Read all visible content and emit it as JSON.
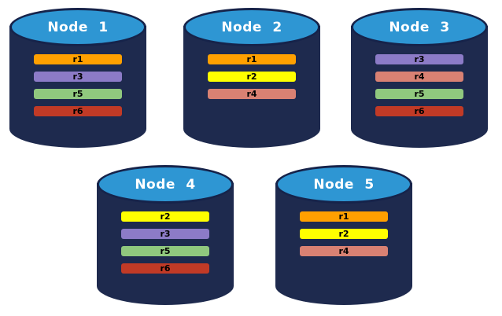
{
  "colors": {
    "cylinder_body": "#1E2A4E",
    "cylinder_top": "#2E96D3",
    "cylinder_top_border": "#16234A",
    "node_label_text": "#FFFFFF",
    "bar_text": "#000000",
    "replica": {
      "r1": "#FFA000",
      "r2": "#FFFF00",
      "r3": "#8C7BC7",
      "r4": "#D98173",
      "r5": "#90C87E",
      "r6": "#C13A26"
    }
  },
  "nodes": [
    {
      "label": "Node 1",
      "replicas": [
        {
          "label": "r1",
          "color": "#FFA000"
        },
        {
          "label": "r3",
          "color": "#8C7BC7"
        },
        {
          "label": "r5",
          "color": "#90C87E"
        },
        {
          "label": "r6",
          "color": "#C13A26"
        }
      ]
    },
    {
      "label": "Node 2",
      "replicas": [
        {
          "label": "r1",
          "color": "#FFA000"
        },
        {
          "label": "r2",
          "color": "#FFFF00"
        },
        {
          "label": "r4",
          "color": "#D98173"
        }
      ]
    },
    {
      "label": "Node 3",
      "replicas": [
        {
          "label": "r3",
          "color": "#8C7BC7"
        },
        {
          "label": "r4",
          "color": "#D98173"
        },
        {
          "label": "r5",
          "color": "#90C87E"
        },
        {
          "label": "r6",
          "color": "#C13A26"
        }
      ]
    },
    {
      "label": "Node 4",
      "replicas": [
        {
          "label": "r2",
          "color": "#FFFF00"
        },
        {
          "label": "r3",
          "color": "#8C7BC7"
        },
        {
          "label": "r5",
          "color": "#90C87E"
        },
        {
          "label": "r6",
          "color": "#C13A26"
        }
      ]
    },
    {
      "label": "Node 5",
      "replicas": [
        {
          "label": "r1",
          "color": "#FFA000"
        },
        {
          "label": "r2",
          "color": "#FFFF00"
        },
        {
          "label": "r4",
          "color": "#D98173"
        }
      ]
    }
  ]
}
